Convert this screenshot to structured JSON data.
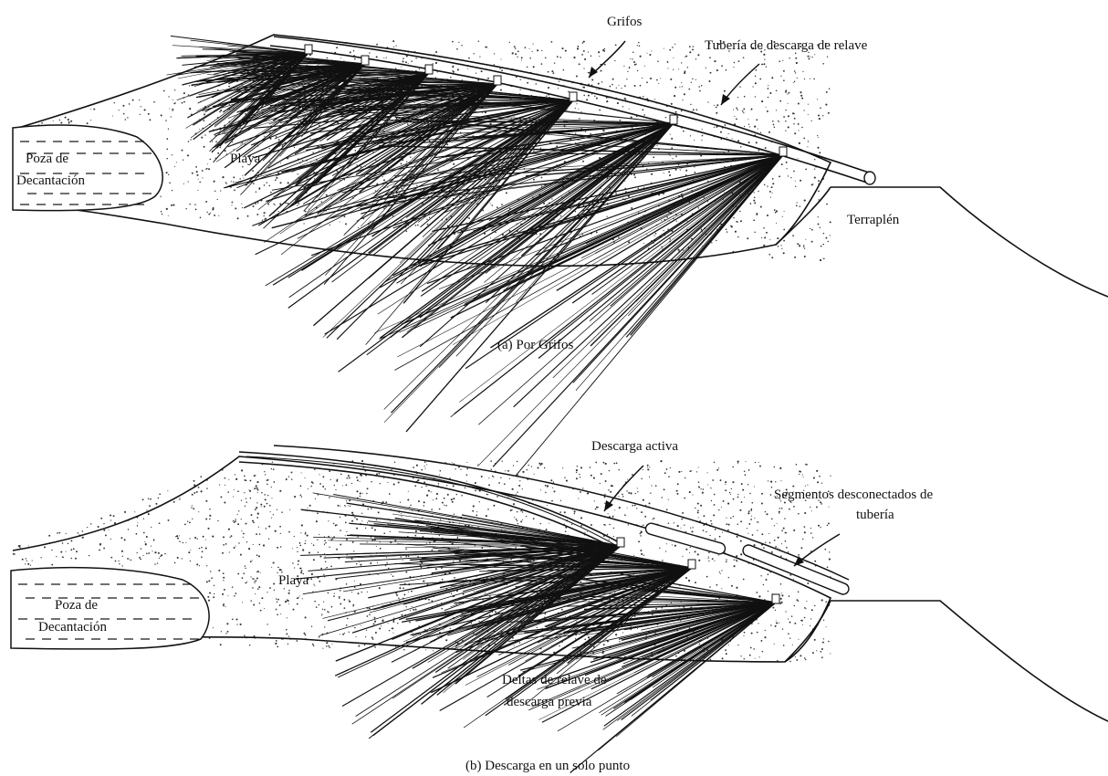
{
  "panel_a": {
    "labels": {
      "grifos": "Grifos",
      "tuberia": "Tubería de descarga de relave",
      "poza_line1": "Poza de",
      "poza_line2": "Decantación",
      "playa": "Playa",
      "terraplen": "Terraplén"
    },
    "caption": "(a) Por Grifos"
  },
  "panel_b": {
    "labels": {
      "descarga_activa": "Descarga activa",
      "segmentos_line1": "Segmentos desconectados de",
      "segmentos_line2": "tubería",
      "poza_line1": "Poza de",
      "poza_line2": "Decantación",
      "playa": "Playa",
      "deltas_line1": "Deltas de relave de",
      "deltas_line2": "descarga previa"
    },
    "caption": "(b) Descarga en un solo punto"
  },
  "colors": {
    "ink": "#111111",
    "background": "#ffffff"
  }
}
